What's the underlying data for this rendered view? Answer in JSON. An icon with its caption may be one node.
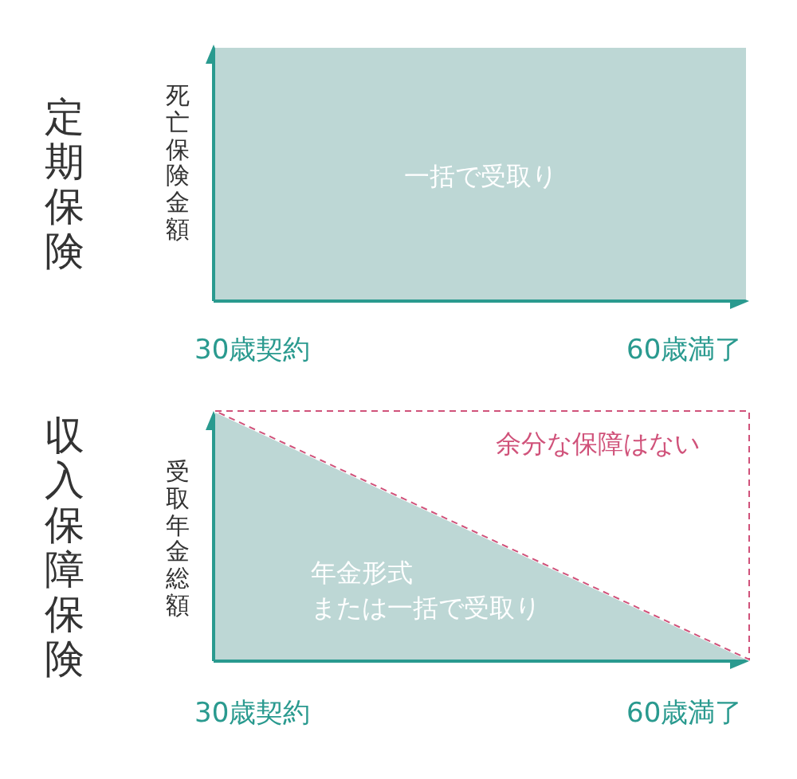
{
  "diagram": {
    "nodes": [
      {
        "text": [
          "一括で受取り"
        ]
      },
      {
        "text": [
          "年金形式",
          "または一括で受取り"
        ]
      },
      {
        "text": [
          "余分な保障はない"
        ]
      }
    ],
    "edges": [],
    "labels": [
      "定期保険",
      "死亡保険金額",
      "30歳契約",
      "60歳満了",
      "収入保障保険",
      "受取年金総額",
      "30歳契約",
      "60歳満了"
    ]
  }
}
